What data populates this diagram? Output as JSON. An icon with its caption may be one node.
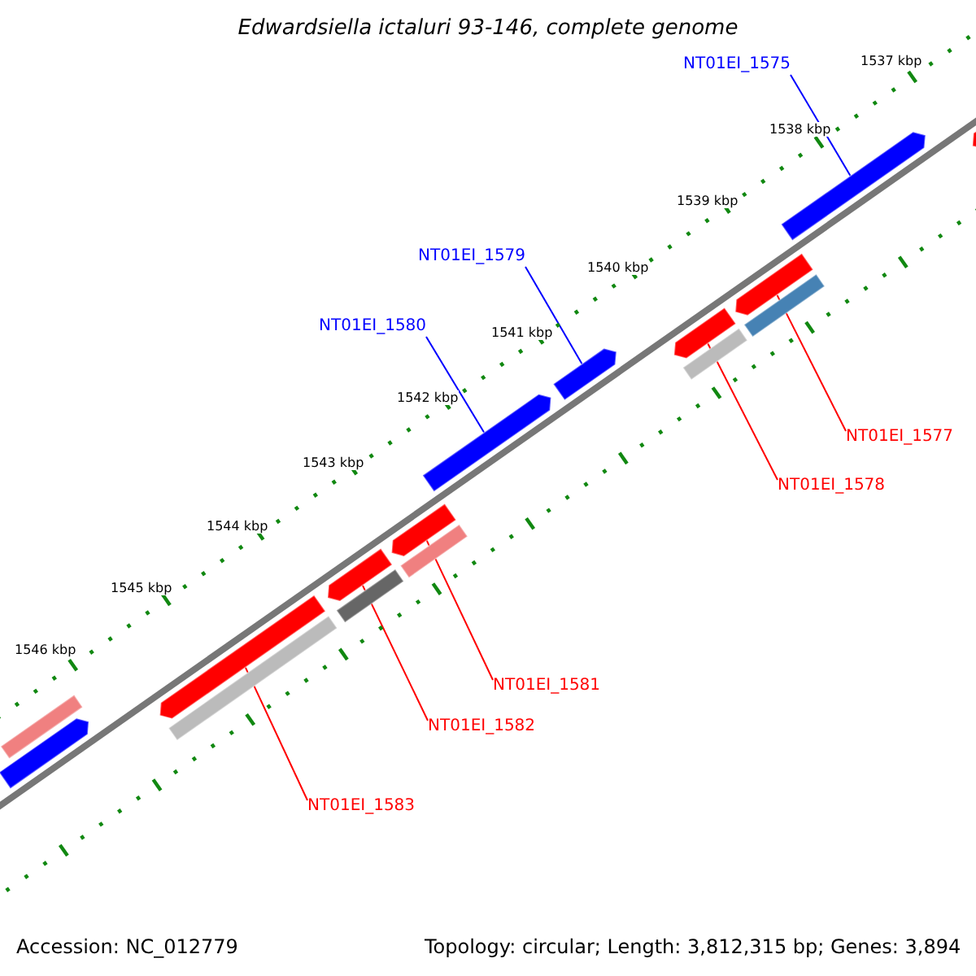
{
  "diagram": {
    "title": "Edwardsiella ictaluri 93-146, complete genome",
    "nodes": [
      {
        "text": [
          "NT01EI_1575"
        ]
      },
      {
        "text": [
          "NT01EI_1579"
        ]
      },
      {
        "text": [
          "NT01EI_1580"
        ]
      },
      {
        "text": [
          "NT01EI_1577"
        ]
      },
      {
        "text": [
          "NT01EI_1578"
        ]
      },
      {
        "text": [
          "NT01EI_1581"
        ]
      },
      {
        "text": [
          "NT01EI_1582"
        ]
      },
      {
        "text": [
          "NT01EI_1583"
        ]
      },
      {
        "text": [],
        "shape": "bar"
      },
      {
        "text": [],
        "shape": "bar"
      },
      {
        "text": [],
        "shape": "bar"
      },
      {
        "text": [],
        "shape": "bar"
      },
      {
        "text": [],
        "shape": "bar"
      },
      {
        "text": [],
        "shape": "bar"
      },
      {
        "text": [],
        "shape": "bar"
      },
      {
        "text": [],
        "shape": "bar"
      },
      {
        "text": [],
        "shape": "bar"
      },
      {
        "text": [],
        "shape": "bar"
      },
      {
        "text": [],
        "shape": "bar"
      },
      {
        "text": [],
        "shape": "bar"
      },
      {
        "text": [],
        "shape": "bar"
      },
      {
        "text": [],
        "shape": "bar"
      },
      {
        "text": [],
        "shape": "bar"
      },
      {
        "text": [],
        "shape": "bar"
      }
    ],
    "edges": [
      {
        "from": 0,
        "to": 8,
        "arrow": "none",
        "color": "#0000ff"
      },
      {
        "from": 1,
        "to": 9,
        "arrow": "none",
        "color": "#0000ff"
      },
      {
        "from": 2,
        "to": 10,
        "arrow": "none",
        "color": "#0000ff"
      },
      {
        "from": 3,
        "to": 11,
        "arrow": "none"
      },
      {
        "from": 4,
        "to": 12,
        "arrow": "none"
      },
      {
        "from": 5,
        "to": 13,
        "arrow": "none"
      },
      {
        "from": 6,
        "to": 14,
        "arrow": "none"
      },
      {
        "from": 7,
        "to": 15,
        "arrow": "none"
      }
    ],
    "labels": [
      "1537 kbp",
      "1538 kbp",
      "1539 kbp",
      "1540 kbp",
      "1541 kbp",
      "1542 kbp",
      "1543 kbp",
      "1544 kbp",
      "1545 kbp",
      "1546 kbp",
      "Accession: NC_012779",
      "Topology: circular; Length: 3,812,315 bp; Genes: 3,894"
    ]
  }
}
